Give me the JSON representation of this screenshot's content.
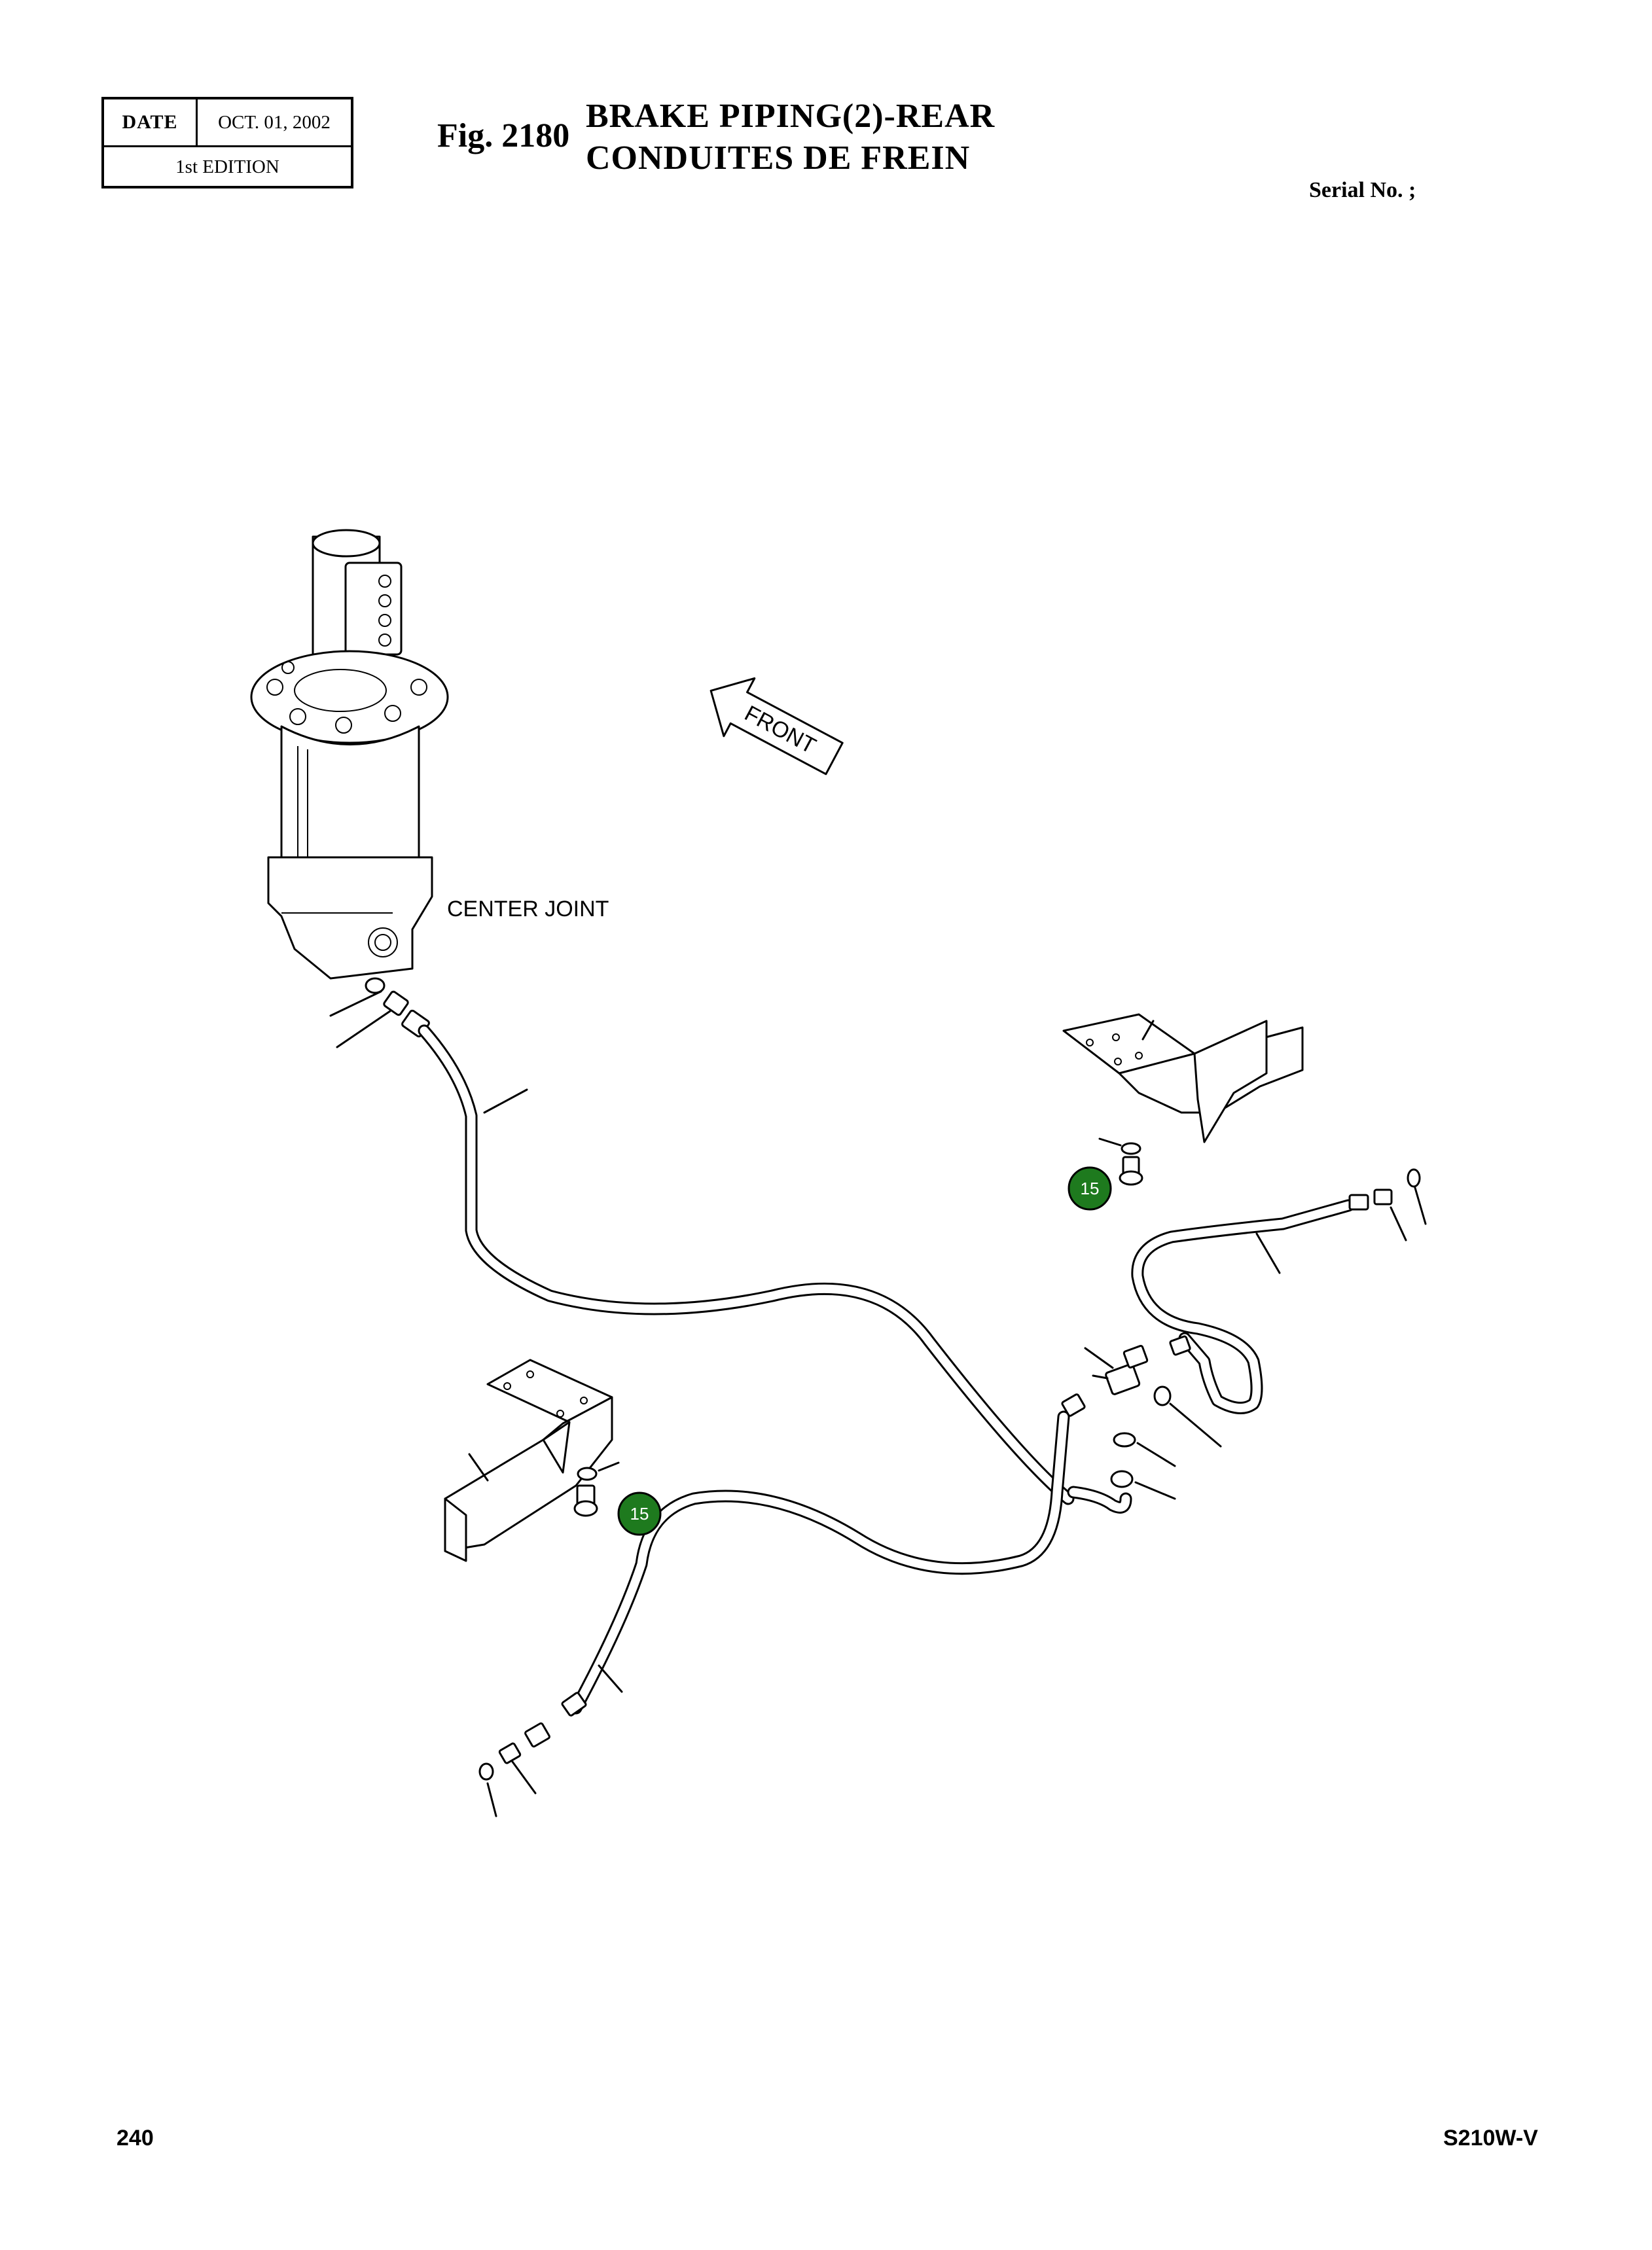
{
  "header": {
    "date_label": "DATE",
    "date_value": "OCT.  01, 2002",
    "edition": "1st EDITION",
    "fig_number": "Fig. 2180",
    "title_en": "BRAKE PIPING(2)-REAR",
    "title_fr": "CONDUITES DE FREIN",
    "serial": "Serial No. ;"
  },
  "diagram": {
    "center_joint_label": "CENTER JOINT",
    "front_label": "FRONT",
    "badge_color": "#1e7a1e",
    "callouts": [
      {
        "number": "15",
        "item": "bolt-upper-right-bracket"
      },
      {
        "number": "15",
        "item": "bolt-lower-left-bracket"
      }
    ]
  },
  "footer": {
    "page_number": "240",
    "model": "S210W-V"
  }
}
